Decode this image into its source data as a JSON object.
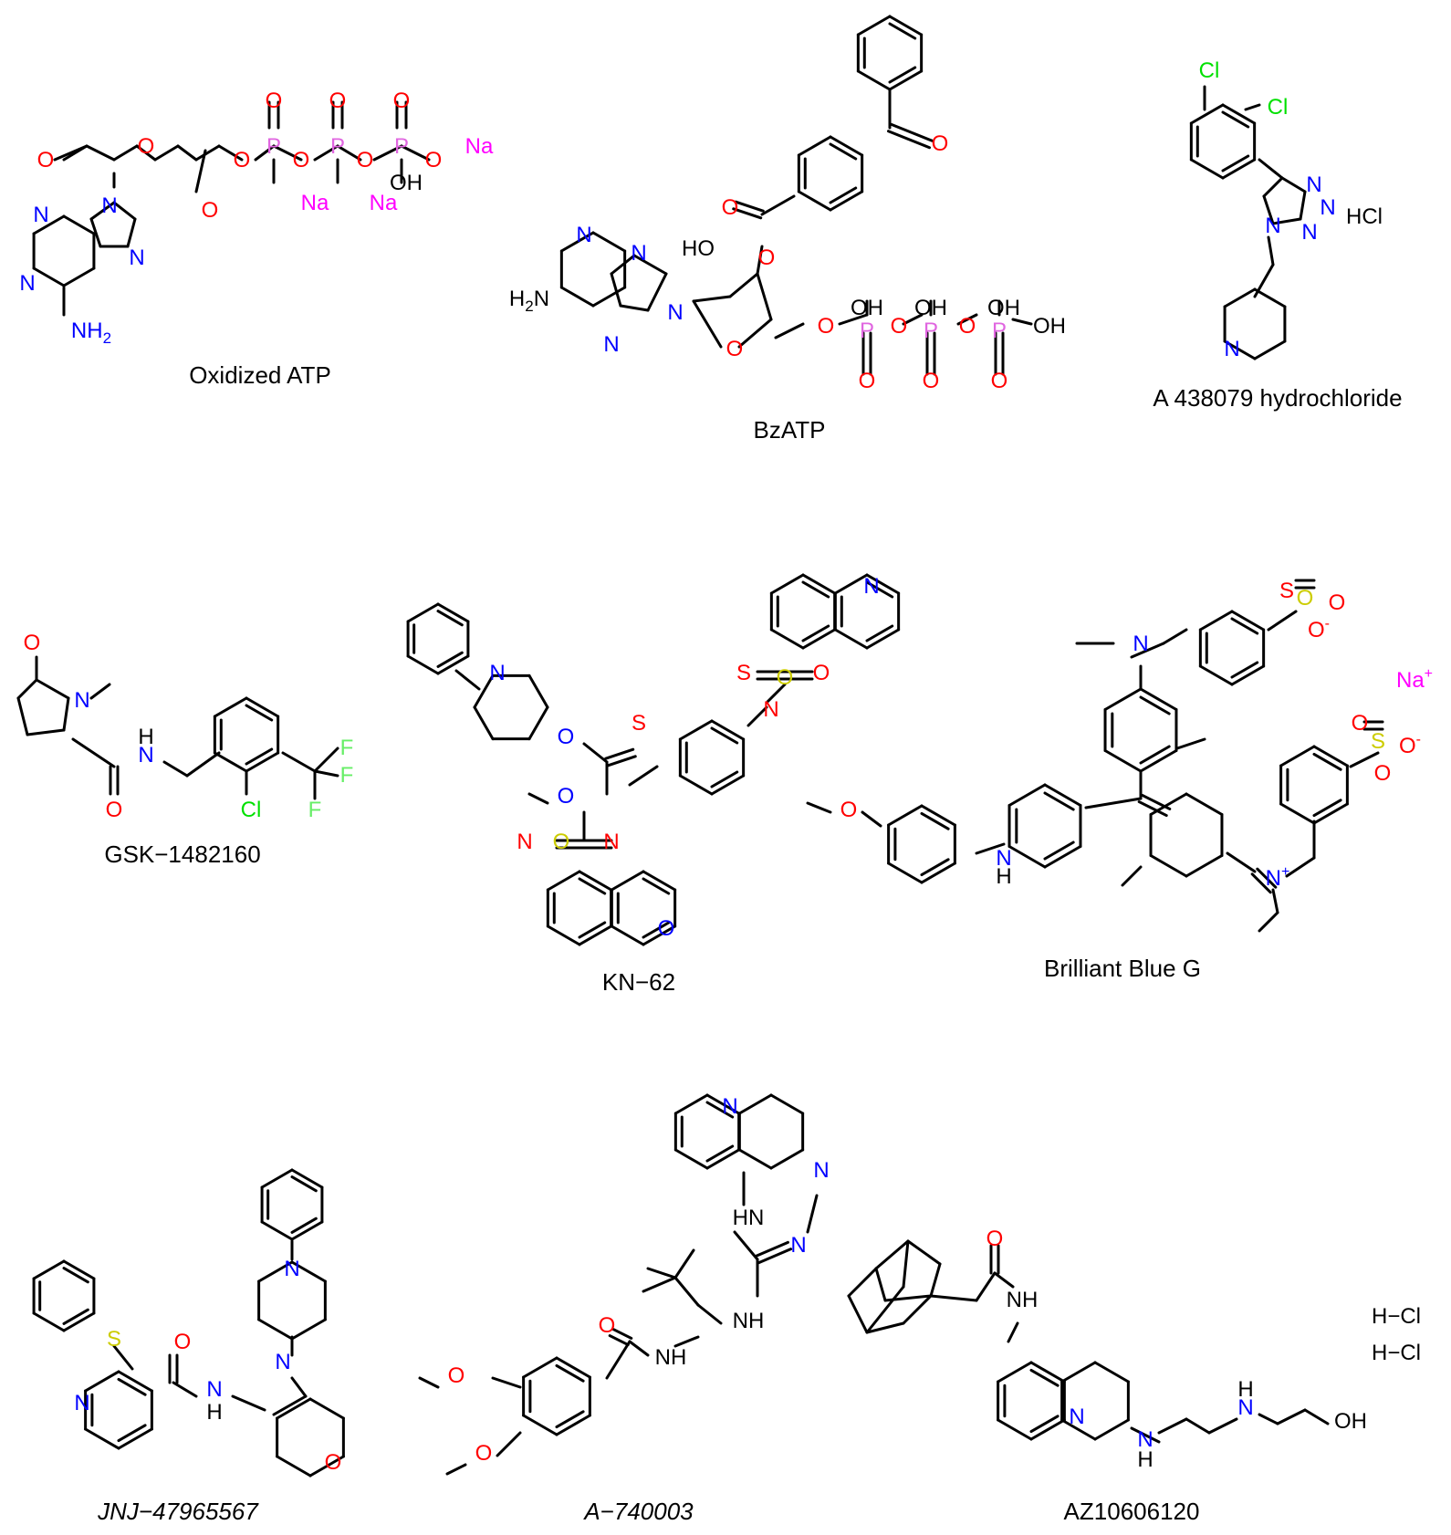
{
  "colors": {
    "bond": "#000000",
    "O": "#ff0000",
    "N": "#0000ff",
    "P": "#e066e0",
    "Na": "#ff00ff",
    "Cl": "#00e000",
    "F": "#66ee66",
    "S": "#cccc00",
    "C": "#000000"
  },
  "molecules": [
    {
      "id": "oxidized-atp",
      "name": "Oxidized ATP",
      "italic": false
    },
    {
      "id": "bzatp",
      "name": "BzATP",
      "italic": false
    },
    {
      "id": "a438079",
      "name": "A 438079 hydrochloride",
      "italic": false
    },
    {
      "id": "gsk1482160",
      "name": "GSK−1482160",
      "italic": false
    },
    {
      "id": "kn62",
      "name": "KN−62",
      "italic": false
    },
    {
      "id": "bbg",
      "name": "Brilliant Blue G",
      "italic": false
    },
    {
      "id": "jnj47965567",
      "name": "JNJ−47965567",
      "italic": true
    },
    {
      "id": "a740003",
      "name": "A−740003",
      "italic": true
    },
    {
      "id": "az10606120",
      "name": "AZ10606120",
      "italic": false
    }
  ],
  "atom_labels": {
    "oxatp": [
      "O",
      "O",
      "O",
      "O",
      "P",
      "O",
      "P",
      "O",
      "P",
      "O",
      "Na",
      "O",
      "O",
      "O",
      "Na",
      "Na",
      "OH",
      "N",
      "N",
      "N",
      "N",
      "NH2"
    ],
    "bzatp": [
      "O",
      "O",
      "O",
      "HO",
      "N",
      "N",
      "H2N",
      "N",
      "N",
      "O",
      "O",
      "OH",
      "P",
      "O",
      "OH",
      "P",
      "O",
      "OH",
      "P",
      "OH",
      "O",
      "O",
      "O"
    ],
    "a438079": [
      "Cl",
      "Cl",
      "N",
      "N",
      "N",
      "N",
      "HCl",
      "N"
    ],
    "gsk": [
      "O",
      "N",
      "H",
      "N",
      "O",
      "Cl",
      "F",
      "F",
      "F"
    ],
    "kn62": [
      "N",
      "O",
      "S",
      "O",
      "O",
      "N",
      "N",
      "O",
      "N",
      "O",
      "S",
      "O",
      "N"
    ],
    "bbg": [
      "N",
      "O",
      "S",
      "O",
      "O-",
      "Na+",
      "O",
      "S",
      "O",
      "O-",
      "O",
      "N",
      "H",
      "N+"
    ],
    "jnj": [
      "N",
      "S",
      "O",
      "N",
      "H",
      "N",
      "O",
      "N"
    ],
    "a740": [
      "N",
      "N",
      "HN",
      "N",
      "NH",
      "NH",
      "O",
      "O",
      "O"
    ],
    "az": [
      "O",
      "NH",
      "N",
      "N",
      "H",
      "N",
      "H",
      "OH",
      "H−Cl",
      "H−Cl"
    ]
  }
}
